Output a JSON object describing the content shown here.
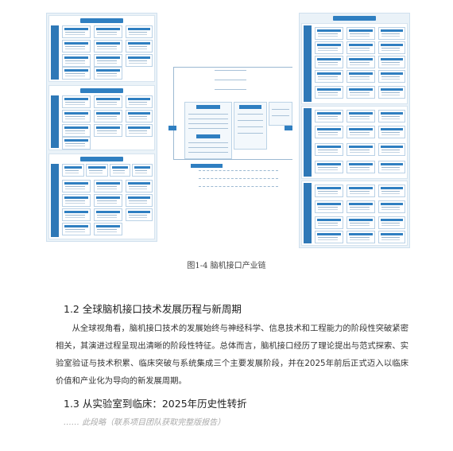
{
  "figure": {
    "caption": "图1-4 脑机接口产业链"
  },
  "section_1_2": {
    "heading": "1.2 全球脑机接口技术发展历程与新周期",
    "paragraph": "从全球视角看，脑机接口技术的发展始终与神经科学、信息技术和工程能力的阶段性突破紧密相关，其演进过程呈现出清晰的阶段性特征。总体而言，脑机接口经历了理论提出与范式探索、实验室验证与技术积累、临床突破与系统集成三个主要发展阶段，并在2025年前后正式迈入以临床价值和产业化为导向的新发展周期。"
  },
  "section_1_3": {
    "heading": "1.3 从实验室到临床：2025年历史性转折",
    "omitted_note": "…… 此段略（联系项目团队获取完整版报告）"
  },
  "colors": {
    "accent": "#2f7fc1",
    "panel_bg": "#eaf2f8"
  }
}
